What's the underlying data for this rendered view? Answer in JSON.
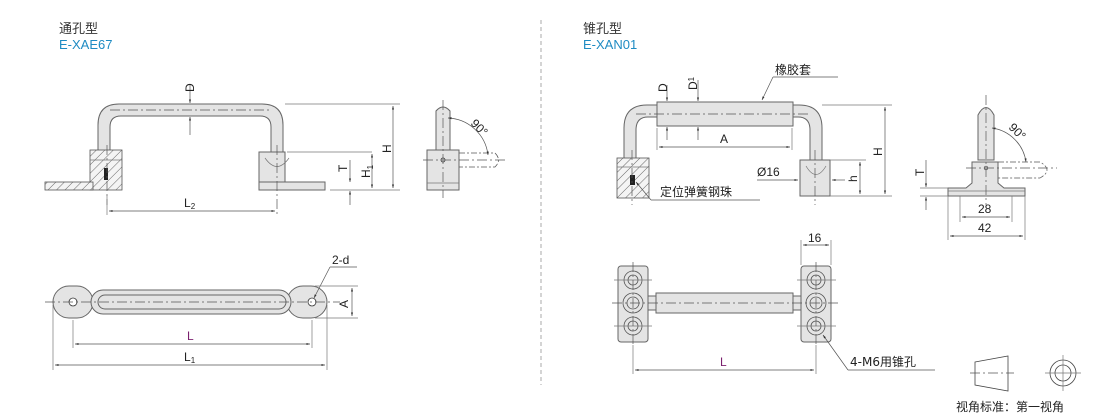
{
  "left_section": {
    "type_label": "通孔型",
    "model": "E-XAE67",
    "dims": {
      "D": "D",
      "H": "H",
      "H1": "H",
      "H1_sub": "1",
      "T": "T",
      "L2": "L",
      "L2_sub": "2",
      "angle": "90°",
      "L": "L",
      "L1": "L",
      "L1_sub": "1",
      "A": "A",
      "hole": "2-d"
    }
  },
  "right_section": {
    "type_label": "锥孔型",
    "model": "E-XAN01",
    "dims": {
      "D": "D",
      "D1": "D",
      "D1_sub": "1",
      "A": "A",
      "H": "H",
      "h": "h",
      "dia16": "Ø16",
      "angle": "90°",
      "T": "T",
      "w28": "28",
      "w42": "42",
      "w16": "16",
      "L": "L"
    },
    "callouts": {
      "rubber_sleeve": "橡胶套",
      "spring_ball": "定位弹簧钢珠",
      "tapped_holes": "4-M6用锥孔"
    }
  },
  "projection": {
    "label": "视角标准：第一视角"
  },
  "colors": {
    "model": "#1e8bc3",
    "L_label": "#7a1f6e",
    "part_fill": "#e4e4e4"
  }
}
